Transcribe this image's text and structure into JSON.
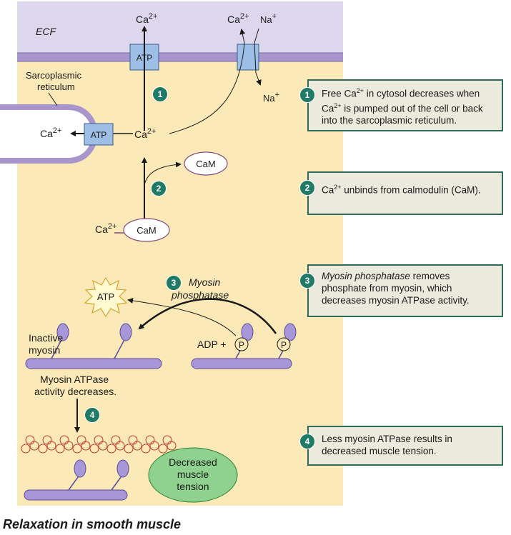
{
  "diagram": {
    "ecf_label": "ECF",
    "sr_label_line1": "Sarcoplasmic",
    "sr_label_line2": "reticulum",
    "ca": "Ca",
    "ca_charge": "2+",
    "na": "Na",
    "na_charge": "+",
    "atp": "ATP",
    "cam": "CaM",
    "myosin_phosphatase_line1": "Myosin",
    "myosin_phosphatase_line2": "phosphatase",
    "adp_plus": "ADP +",
    "phosphate": "P",
    "inactive_myosin_line1": "Inactive",
    "inactive_myosin_line2": "myosin",
    "atpase_decreases_line1": "Myosin ATPase",
    "atpase_decreases_line2": "activity decreases.",
    "decreased_tension_line1": "Decreased",
    "decreased_tension_line2": "muscle",
    "decreased_tension_line3": "tension",
    "step_numbers": [
      "1",
      "2",
      "3",
      "4"
    ]
  },
  "steps": [
    {
      "number": "1",
      "text_a": "Free Ca",
      "sup_a": "2+",
      "text_b": " in cytosol decreases when Ca",
      "sup_b": "2+",
      "text_c": " is pumped out of the cell or back into the sarcoplasmic reticulum."
    },
    {
      "number": "2",
      "text_a": "Ca",
      "sup_a": "2+",
      "text_b": " unbinds from calmodulin (CaM)."
    },
    {
      "number": "3",
      "italic": "Myosin phosphatase",
      "text": " removes phosphate from myosin, which decreases myosin ATPase activity."
    },
    {
      "number": "4",
      "text": "Less myosin ATPase results in decreased muscle tension."
    }
  ],
  "caption": "Relaxation in smooth muscle",
  "colors": {
    "ecf": "#ddd7ee",
    "cytosol": "#fbeab7",
    "membrane": "#a795cc",
    "pump": "#9dbfe6",
    "myosin": "#a796d8",
    "step_box_bg": "#ece9dd",
    "step_border": "#2f6b5a",
    "badge": "#1f7a66",
    "tension_oval": "#8fd18f"
  }
}
